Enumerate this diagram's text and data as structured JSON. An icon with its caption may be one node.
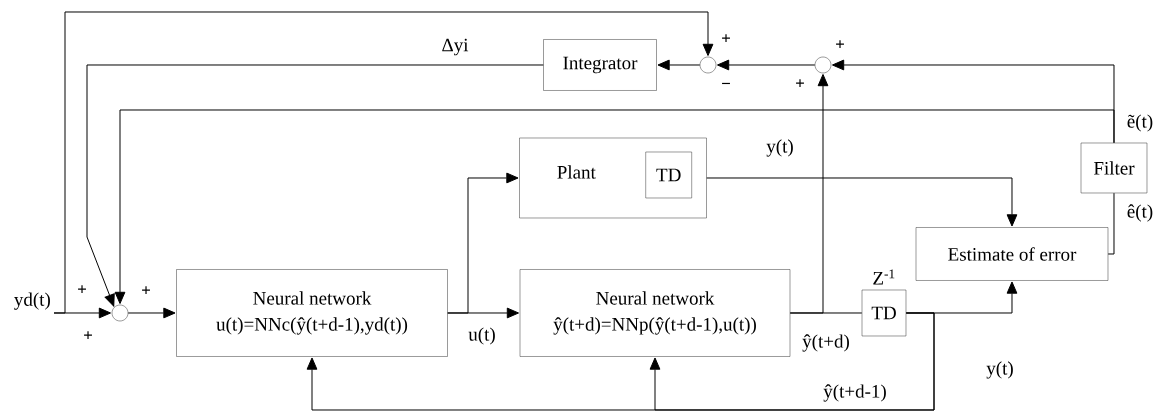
{
  "diagram": {
    "nodes": [
      {
        "text": [
          "yd(t)"
        ]
      },
      {
        "text": [],
        "shape": "circle"
      },
      {
        "text": [
          "Neural network",
          "u(t)=NNc(ŷ(t+d-1),yd(t))"
        ]
      },
      {
        "text": [
          "Plant"
        ]
      },
      {
        "text": [
          "TD"
        ],
        "in": 3
      },
      {
        "text": [
          "Neural network",
          "ŷ(t+d)=NNp(ŷ(t+d-1),u(t))"
        ]
      },
      {
        "text": [
          "TD"
        ],
        "beside": [
          "Z$^{-1}$"
        ]
      },
      {
        "text": [
          "Estimate of error"
        ]
      },
      {
        "text": [
          "Filter"
        ]
      },
      {
        "text": [],
        "shape": "circle"
      },
      {
        "text": [],
        "shape": "circle"
      },
      {
        "text": [
          "Integrator"
        ]
      }
    ],
    "edges": [
      {
        "from": 0,
        "to": 1,
        "arrow": "to"
      },
      {
        "from": 0,
        "to": 10,
        "arrow": "to"
      },
      {
        "from": 1,
        "to": 2,
        "arrow": "to"
      },
      {
        "from": 2,
        "to": 5,
        "arrow": "to",
        "label": "u(t)"
      },
      {
        "from": 2,
        "to": 3,
        "arrow": "to"
      },
      {
        "from": 5,
        "to": 6,
        "arrow": "none",
        "label": "ŷ(t+d)"
      },
      {
        "from": 5,
        "to": 9,
        "arrow": "to"
      },
      {
        "from": 6,
        "to": 7,
        "arrow": "to",
        "label": "y(t)"
      },
      {
        "from": 6,
        "to": 2,
        "arrow": "to",
        "label": "ŷ(t+d-1)"
      },
      {
        "from": 6,
        "to": 5,
        "arrow": "to"
      },
      {
        "from": 3,
        "to": 7,
        "arrow": "to",
        "label": "y(t)"
      },
      {
        "from": 7,
        "to": 8,
        "arrow": "none",
        "label": "ê(t)"
      },
      {
        "from": 8,
        "to": 9,
        "arrow": "to"
      },
      {
        "from": 8,
        "to": 1,
        "arrow": "to",
        "label": "ẽ(t)"
      },
      {
        "from": 9,
        "to": 10,
        "arrow": "to"
      },
      {
        "from": 10,
        "to": 11,
        "arrow": "to"
      },
      {
        "from": 11,
        "to": 1,
        "arrow": "to",
        "label": "Δyi"
      }
    ],
    "labels": [
      "+",
      "−",
      "+",
      "+",
      "+",
      "+",
      "+"
    ]
  }
}
